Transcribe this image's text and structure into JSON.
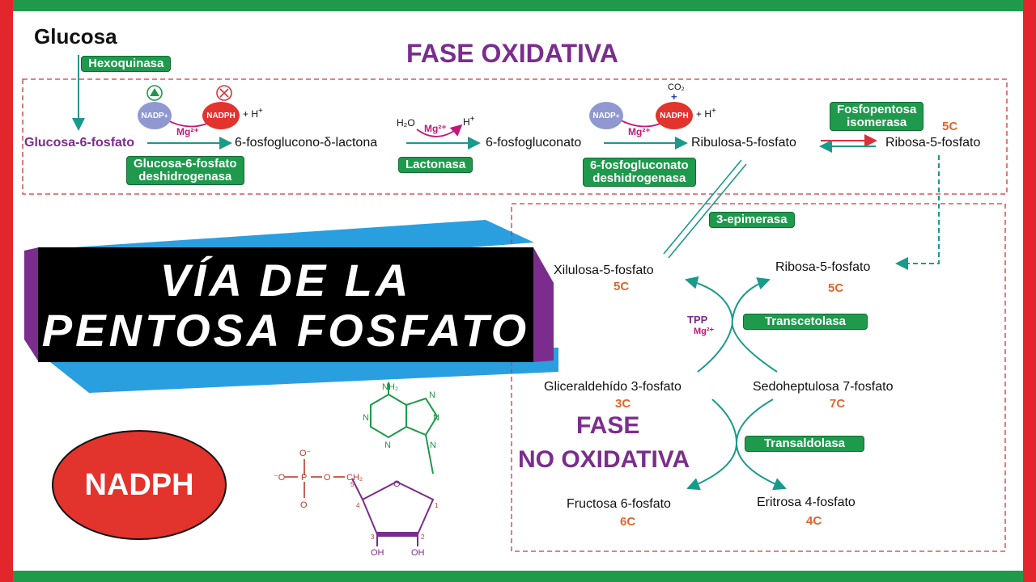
{
  "colors": {
    "border_red": "#e3262c",
    "border_green": "#1e9a4a",
    "enzyme_green": "#1f9a4d",
    "purple": "#7b2d8e",
    "orange": "#e2652a",
    "teal": "#1a9a8a",
    "nadph_red": "#e2332c",
    "nadp_blue": "#8f98d0",
    "dashed_red": "#d9323a"
  },
  "glucosa": "Glucosa",
  "fase_oxidativa": "FASE OXIDATIVA",
  "fase_no_ox": {
    "line1": "FASE",
    "line2": "NO OXIDATIVA"
  },
  "title": {
    "line1": "VÍA DE LA",
    "line2": "PENTOSA FOSFATO"
  },
  "big_nadph": "NADPH",
  "enzymes": {
    "hexoquinasa": "Hexoquinasa",
    "g6pd_1": "Glucosa-6-fosfato",
    "g6pd_2": "deshidrogenasa",
    "lactonasa": "Lactonasa",
    "pgd_1": "6-fosfogluconato",
    "pgd_2": "deshidrogenasa",
    "isomerasa_1": "Fosfopentosa",
    "isomerasa_2": "isomerasa",
    "epimerasa": "3-epimerasa",
    "transcetolasa": "Transcetolasa",
    "transaldolasa": "Transaldolasa"
  },
  "metabolites": {
    "g6p": "Glucosa-6-fosfato",
    "lactona": "6-fosfoglucono-δ-lactona",
    "gluconato": "6-fosfogluconato",
    "ru5p": "Ribulosa-5-fosfato",
    "r5p_top": "Ribosa-5-fosfato",
    "xu5p": "Xilulosa-5-fosfato",
    "r5p": "Ribosa-5-fosfato",
    "g3p": "Gliceraldehído 3-fosfato",
    "s7p": "Sedoheptulosa 7-fosfato",
    "f6p": "Fructosa 6-fosfato",
    "e4p": "Eritrosa 4-fosfato"
  },
  "carbons": {
    "r5p_top": "5C",
    "xu5p": "5C",
    "r5p": "5C",
    "g3p": "3C",
    "s7p": "7C",
    "f6p": "6C",
    "e4p": "4C"
  },
  "cofactors": {
    "nadp": "NADP",
    "nadp_sup": "+",
    "nadph": "NADPH",
    "h": "+ H",
    "h_sup": "+",
    "mg": "Mg²⁺",
    "h2o": "H₂O",
    "hplus": "H",
    "hplus_sup": "+",
    "co2": "CO₂",
    "co2_plus": "+",
    "tpp": "TPP",
    "tpp_mg": "Mg²⁺"
  },
  "molecule": {
    "nh2": "NH₂",
    "n1": "N",
    "n2": "N",
    "n3": "N",
    "n4": "N",
    "n5": "N",
    "o_minus_top": "O⁻",
    "o_minus_left": "⁻O",
    "p": "P",
    "o1": "O",
    "o2": "O",
    "o_bottom": "O",
    "ch2": "CH₂",
    "ring_o": "O",
    "oh1": "OH",
    "oh2": "OH",
    "c5": "5",
    "c4": "4",
    "c3": "3",
    "c2": "2",
    "c1": "1"
  }
}
